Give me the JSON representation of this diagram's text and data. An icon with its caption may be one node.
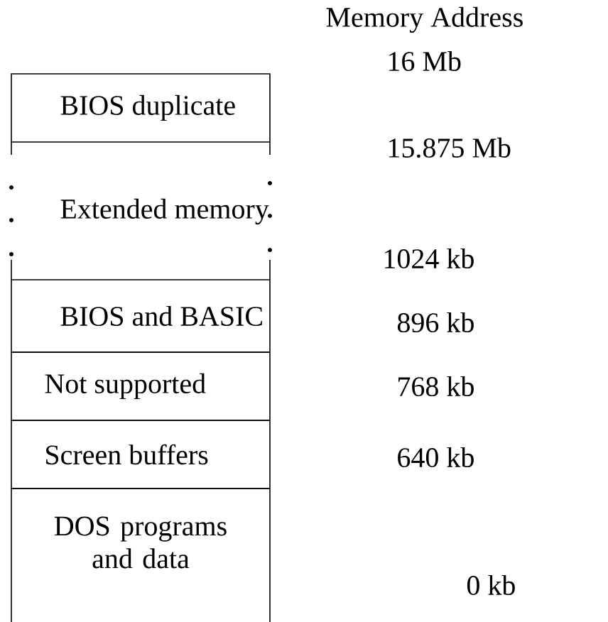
{
  "diagram": {
    "nodes": [
      {
        "text": [
          "BIOS duplicate"
        ]
      },
      {
        "text": [
          "Extended memory"
        ]
      },
      {
        "text": [
          "BIOS and BASIC"
        ]
      },
      {
        "text": [
          "Not supported"
        ]
      },
      {
        "text": [
          "Screen buffers"
        ]
      },
      {
        "text": [
          "DOS programs and data"
        ]
      }
    ],
    "labels": [
      "Memory Address",
      "16 Mb",
      "15.875 Mb",
      "1024 kb",
      "896 kb",
      "768 kb",
      "640 kb",
      "0 kb"
    ]
  }
}
